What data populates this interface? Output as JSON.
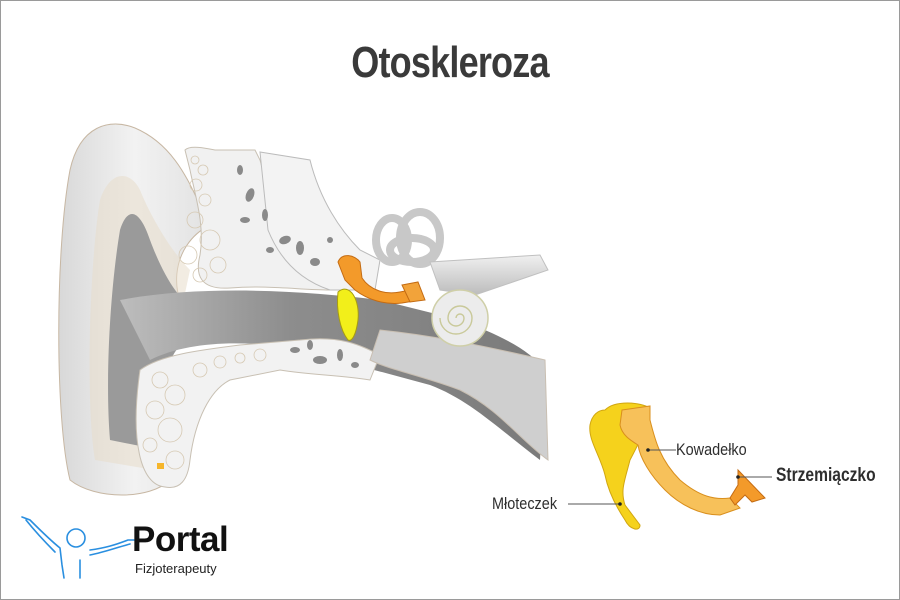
{
  "title": "Otoskleroza",
  "labels": {
    "incus": "Kowadełko",
    "malleus": "Młoteczek",
    "stapes": "Strzemiączko"
  },
  "logo": {
    "name": "Portal",
    "subtitle": "Fizjoterapeuty",
    "icon": "person-arms-raised-icon",
    "color": "#2a8fe0"
  },
  "colors": {
    "title": "#3a3a3a",
    "bone": "#efefef",
    "canal": "#8c8c8c",
    "ossicle_orange": "#f39a2a",
    "ossicle_light": "#f7c15a",
    "malleus_yellow": "#f5d21c",
    "eardrum": "#f2ef1a"
  }
}
